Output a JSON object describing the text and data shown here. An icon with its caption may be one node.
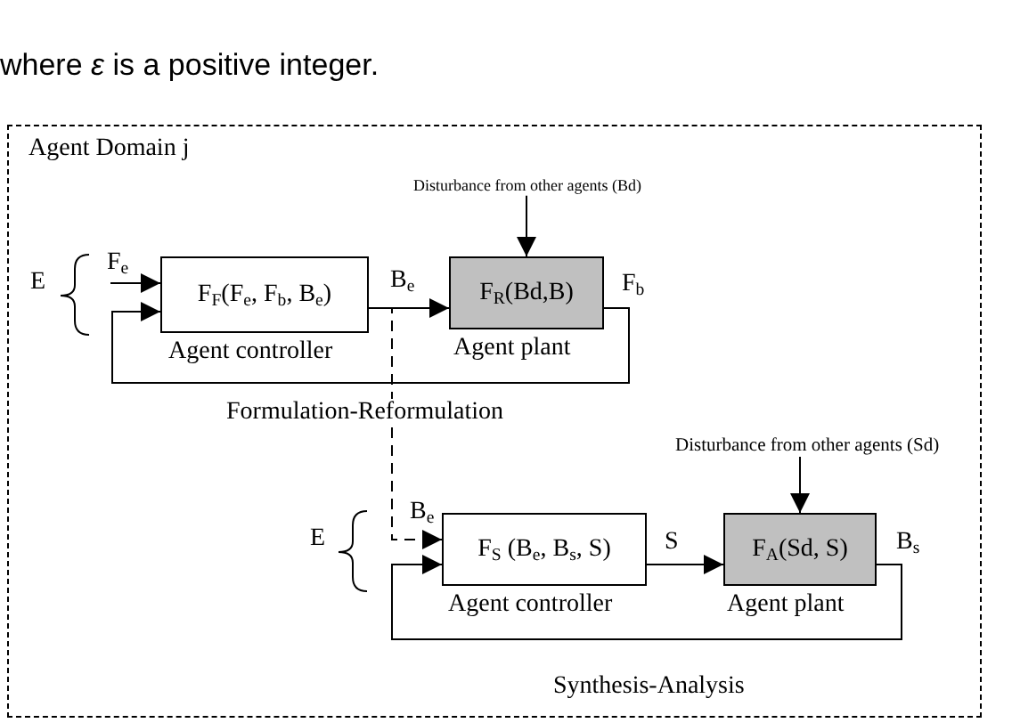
{
  "diagram": {
    "nodes": [
      {
        "text": [
          "Agent Domain j"
        ]
      },
      {
        "text": [
          "Disturbance from other agents (Bd)"
        ],
        "in": 0
      },
      {
        "text": [
          "F$_{F}$(F$_{e}$, F$_{b}$, B$_{e}$)"
        ],
        "beside": [
          "Agent controller"
        ],
        "in": 0
      },
      {
        "text": [
          "F$_{R}$(Bd,B)"
        ],
        "beside": [
          "Agent plant"
        ],
        "in": 0
      },
      {
        "text": [
          "Disturbance from other agents (Sd)"
        ],
        "in": 0
      },
      {
        "text": [
          "F$_{S}$ (B$_{e}$, B$_{s}$, S)"
        ],
        "beside": [
          "Agent controller"
        ],
        "in": 0
      },
      {
        "text": [
          "F$_{A}$(Sd, S)"
        ],
        "beside": [
          "Agent plant"
        ],
        "in": 0
      }
    ],
    "edges": [
      {
        "from": null,
        "to": 2,
        "arrow": "to",
        "label": "F$_{e}$"
      },
      {
        "from": 1,
        "to": 3,
        "arrow": "to"
      },
      {
        "from": 2,
        "to": 3,
        "arrow": "to",
        "label": "B$_{e}$"
      },
      {
        "from": 3,
        "to": 2,
        "arrow": "to",
        "label": "F$_{b}$"
      },
      {
        "from": 2,
        "to": 5,
        "arrow": "to",
        "label": "B$_{e}$",
        "style": "dashed"
      },
      {
        "from": 4,
        "to": 6,
        "arrow": "to"
      },
      {
        "from": 5,
        "to": 6,
        "arrow": "to",
        "label": "S"
      },
      {
        "from": 6,
        "to": 5,
        "arrow": "to",
        "label": "B$_{s}$"
      }
    ],
    "labels": [
      "where *ε* is a positive integer.",
      "E",
      "Formulation-Reformulation",
      "E",
      "Synthesis-Analysis"
    ]
  }
}
